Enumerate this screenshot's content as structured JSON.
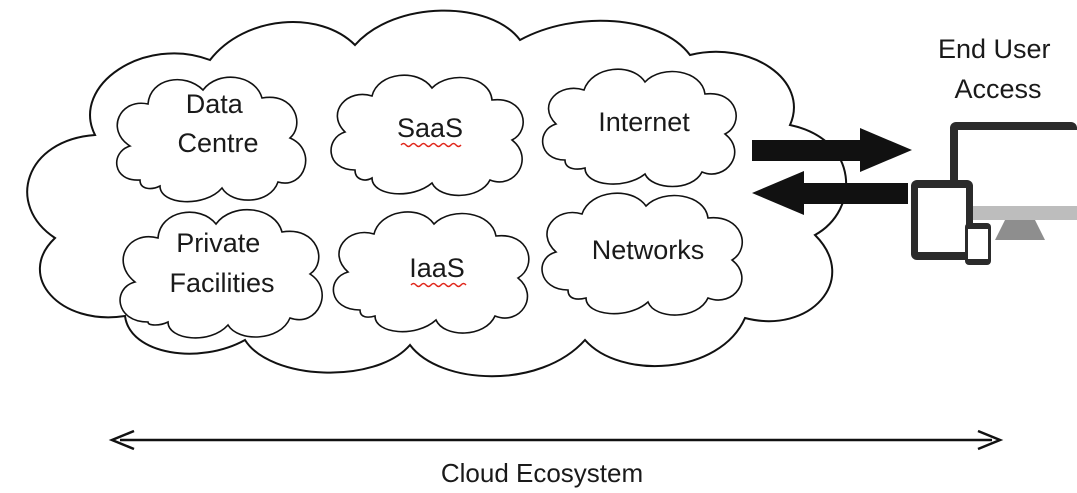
{
  "clouds": {
    "data_centre": {
      "lines": [
        "Data",
        "Centre"
      ]
    },
    "saas": {
      "label": "SaaS"
    },
    "internet": {
      "label": "Internet"
    },
    "private_facilities": {
      "lines": [
        "Private",
        "Facilities"
      ]
    },
    "iaas": {
      "label": "IaaS"
    },
    "networks": {
      "label": "Networks"
    }
  },
  "end_user": {
    "lines": [
      "End User",
      "Access"
    ]
  },
  "ecosystem_label": "Cloud Ecosystem",
  "colors": {
    "stroke": "#111111",
    "spellcheck_underline": "#e0261b",
    "device_dark": "#2b2b2b",
    "device_screen": "#ffffff"
  }
}
